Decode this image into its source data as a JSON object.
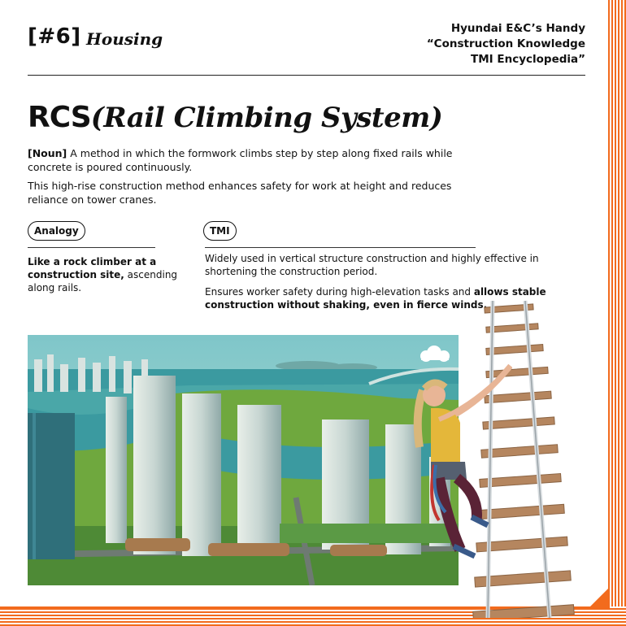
{
  "header": {
    "tag_number": "[#6]",
    "tag_category": "Housing",
    "series_lines": [
      "Hyundai E&C’s Handy",
      "“Construction Knowledge",
      "TMI Encyclopedia”"
    ]
  },
  "term": {
    "abbreviation": "RCS",
    "full_name": "(Rail Climbing System)"
  },
  "definition": {
    "label": "[Noun]",
    "text": " A method in which the formwork climbs step by step along fixed rails while concrete is poured continuously.",
    "second_paragraph": "This high-rise construction method enhances safety for work at height and reduces reliance on tower cranes."
  },
  "analogy": {
    "pill_label": "Analogy",
    "bold_text": "Like a rock climber at a construction site,",
    "text": " ascending along rails."
  },
  "tmi": {
    "pill_label": "TMI",
    "paragraph_1": "Widely used in vertical structure construction and highly effective in shortening the construction period.",
    "paragraph_2_text": "Ensures worker safety during high-elevation tasks and ",
    "paragraph_2_bold": "allows stable construction without shaking, even in fierce winds."
  },
  "colors": {
    "accent": "#f26b1d",
    "sky": "#8fcfd0",
    "water": "#3b9aa0",
    "greenery": "#6fa83e",
    "rail_ties": "#b5865f"
  },
  "illustration": {
    "subject": "city-skyline-with-rock-climber-on-railway-track"
  }
}
